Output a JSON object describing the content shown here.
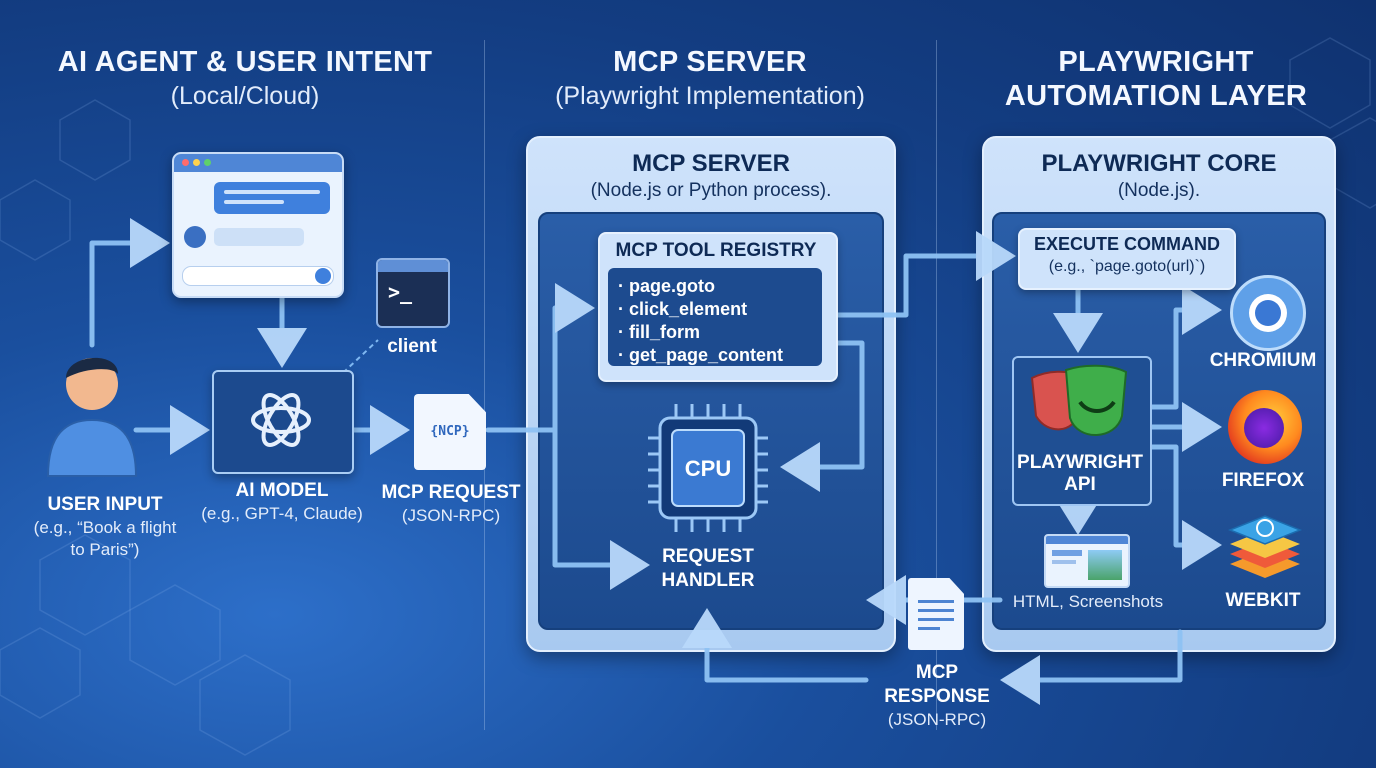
{
  "columns": {
    "left": {
      "title": "AI AGENT & USER INTENT",
      "subtitle": "(Local/Cloud)"
    },
    "middle": {
      "title": "MCP SERVER",
      "subtitle": "(Playwright Implementation)"
    },
    "right": {
      "title_line1": "PLAYWRIGHT",
      "title_line2": "AUTOMATION LAYER"
    }
  },
  "user": {
    "label": "USER INPUT",
    "sub_line1": "(e.g., “Book a flight",
    "sub_line2": "to Paris”)"
  },
  "ai_model": {
    "label": "AI MODEL",
    "sub": "(e.g., GPT-4, Claude)"
  },
  "client": {
    "label": "client",
    "prompt": ">_"
  },
  "mcp_request": {
    "label": "MCP REQUEST",
    "sub": "(JSON-RPC)",
    "icon_text": "{NCP}"
  },
  "mcp_server_panel": {
    "title": "MCP SERVER",
    "subtitle": "(Node.js or Python process)."
  },
  "tool_registry": {
    "title": "MCP TOOL REGISTRY",
    "items": [
      "· page.goto",
      "· click_element",
      "· fill_form",
      "· get_page_content"
    ]
  },
  "cpu": {
    "chip_text": "CPU",
    "label_line1": "REQUEST",
    "label_line2": "HANDLER"
  },
  "playwright_panel": {
    "title": "PLAYWRIGHT CORE",
    "subtitle": "(Node.js)."
  },
  "execute": {
    "title": "EXECUTE COMMAND",
    "sub": "(e.g., `page.goto(url)`)"
  },
  "playwright_api": {
    "label_line1": "PLAYWRIGHT",
    "label_line2": "API"
  },
  "browsers": {
    "chromium": "CHROMIUM",
    "firefox": "FIREFOX",
    "webkit": "WEBKIT"
  },
  "results": {
    "label": "HTML, Screenshots"
  },
  "mcp_response": {
    "label_line1": "MCP",
    "label_line2": "RESPONSE",
    "sub": "(JSON-RPC)"
  },
  "colors": {
    "arrow": "#7fb8f2",
    "panel_light": "#cfe3fb",
    "panel_dark": "#1c4a8e"
  }
}
